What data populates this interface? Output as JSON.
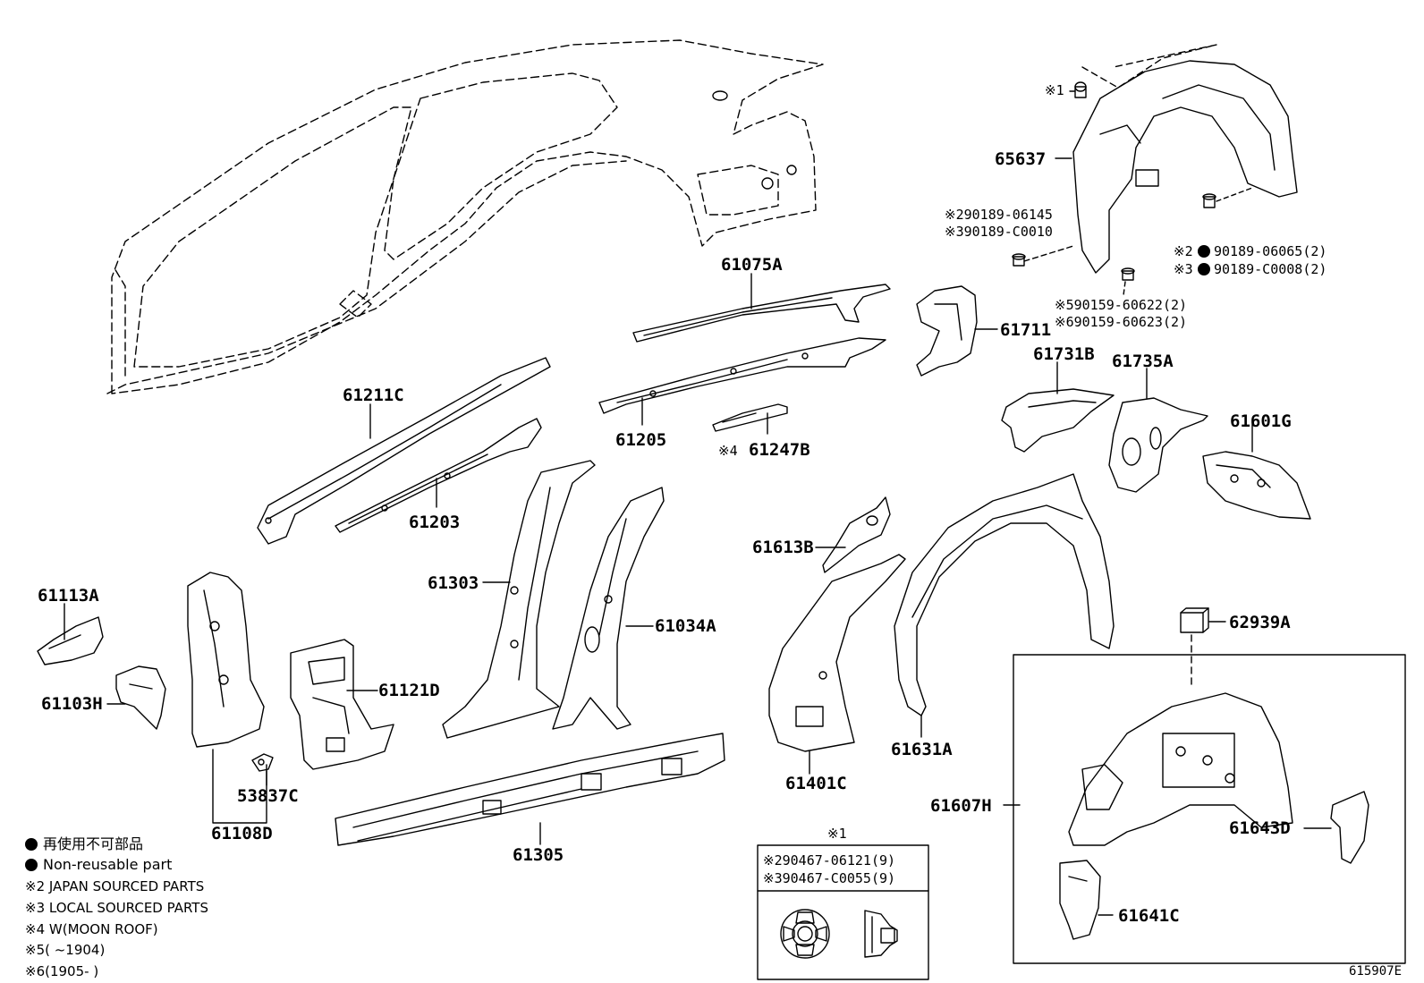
{
  "labels": {
    "p65637": "65637",
    "m1": "※1",
    "m2a": "※290189-06145",
    "m3a": "※390189-C0010",
    "m2b": "※2",
    "p90189a": "90189-06065(2)",
    "m3b": "※3",
    "p90189b": "90189-C0008(2)",
    "m5": "※590159-60622(2)",
    "m6": "※690159-60623(2)",
    "p61075A": "61075A",
    "p61711": "61711",
    "p61731B": "61731B",
    "p61735A": "61735A",
    "p61211C": "61211C",
    "p61205": "61205",
    "m4": "※4",
    "p61247B": "61247B",
    "p61601G": "61601G",
    "p61203": "61203",
    "p61613B": "61613B",
    "p61303": "61303",
    "p61034A": "61034A",
    "p61113A": "61113A",
    "p61121D": "61121D",
    "p61103H": "61103H",
    "p62939A": "62939A",
    "p61631A": "61631A",
    "p61401C": "61401C",
    "p53837C": "53837C",
    "p61607H": "61607H",
    "p61108D": "61108D",
    "p61305": "61305",
    "p61643D": "61643D",
    "p61641C": "61641C"
  },
  "inset": {
    "title": "※1",
    "line1": "※290467-06121(9)",
    "line2": "※390467-C0055(9)"
  },
  "legend": {
    "jp": "再使用不可部品",
    "en": "Non-reusable part",
    "n2": "※2  JAPAN SOURCED PARTS",
    "n3": "※3  LOCAL SOURCED PARTS",
    "n4": "※4  W(MOON ROOF)",
    "n5": "※5(      ~1904)",
    "n6": "※6(1905-      )"
  },
  "diagram_code": "615907E"
}
